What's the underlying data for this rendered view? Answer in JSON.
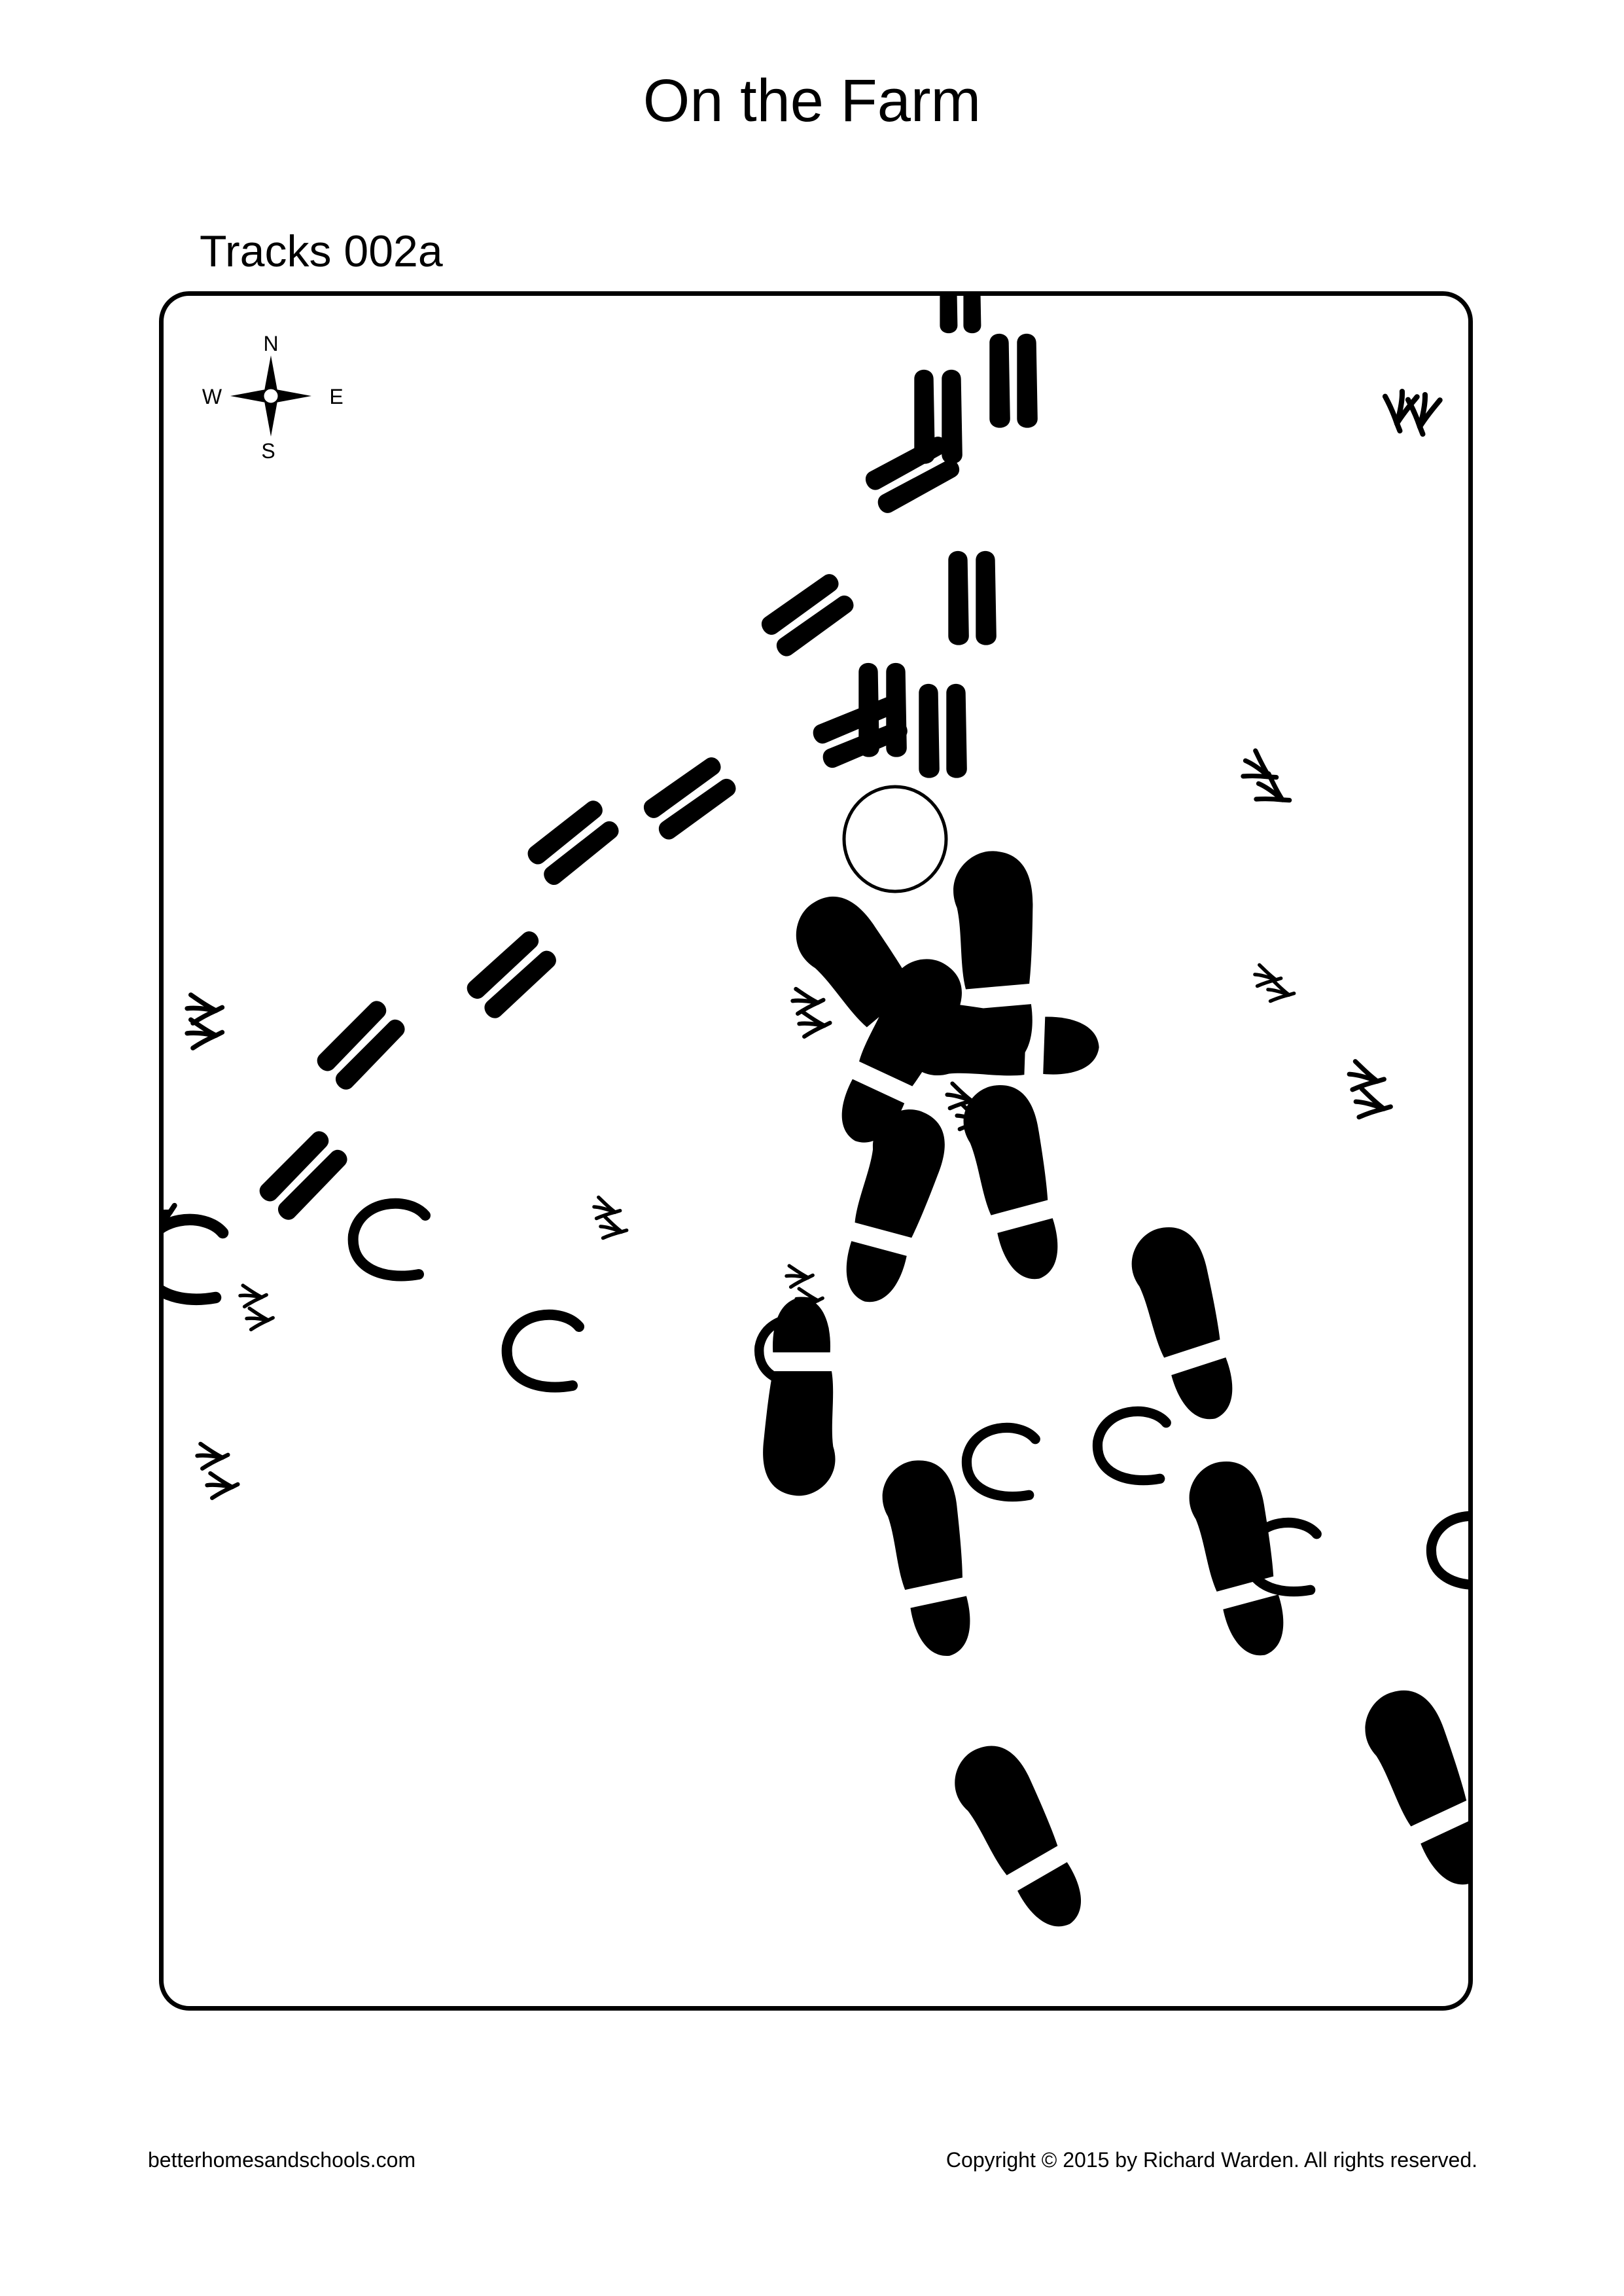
{
  "page": {
    "title": "On the Farm",
    "subtitle": "Tracks 002a",
    "footer_left": "betterhomesandschools.com",
    "footer_right": "Copyright © 2015 by Richard Warden. All rights reserved."
  },
  "compass": {
    "north": "N",
    "south": "S",
    "east": "E",
    "west": "W",
    "icon": "compass-rose-icon"
  },
  "tracks": {
    "ink_color": "#000000",
    "icons": [
      "boot-print-icon",
      "hoof-print-icon",
      "horseshoe-print-icon",
      "bird-print-icon",
      "circle-marker-icon"
    ]
  }
}
